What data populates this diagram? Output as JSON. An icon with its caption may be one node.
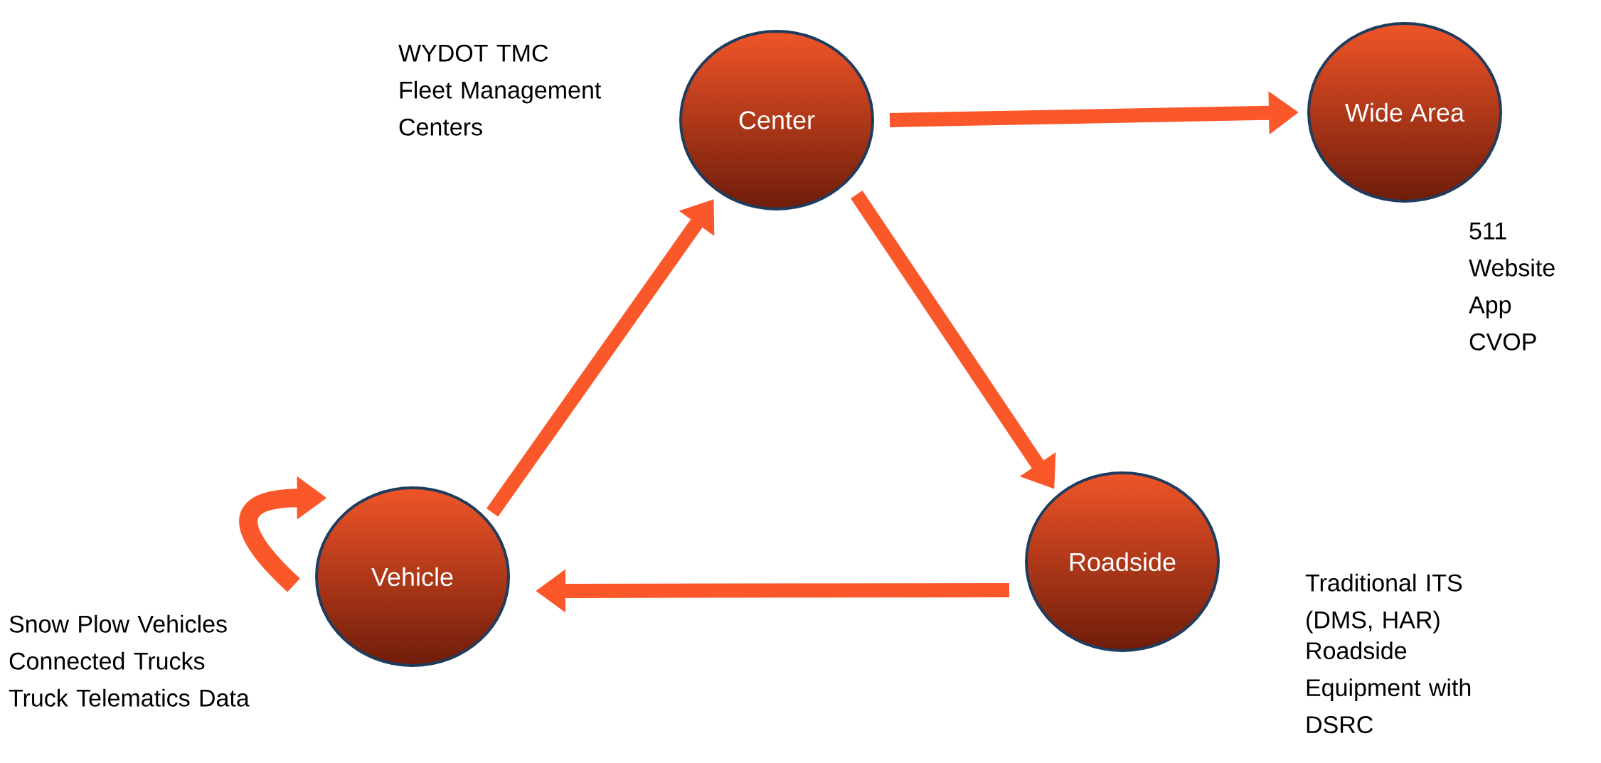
{
  "diagram": {
    "nodes": [
      {
        "text": [
          "Center"
        ],
        "beside": [
          "WYDOT TMC",
          "Fleet Management Centers"
        ]
      },
      {
        "text": [
          "Wide Area"
        ],
        "beside": [
          "511",
          "Website",
          "App",
          "CVOP"
        ]
      },
      {
        "text": [
          "Roadside"
        ],
        "beside": [
          "Traditional ITS (DMS, HAR)",
          "Roadside Equipment with DSRC"
        ]
      },
      {
        "text": [
          "Vehicle"
        ],
        "beside": [
          "Snow Plow Vehicles",
          "Connected Trucks",
          "Truck Telematics Data"
        ]
      }
    ],
    "edges": [
      {
        "from": 0,
        "to": 1,
        "arrow": "to"
      },
      {
        "from": 0,
        "to": 2,
        "arrow": "to"
      },
      {
        "from": 2,
        "to": 3,
        "arrow": "to"
      },
      {
        "from": 3,
        "to": 0,
        "arrow": "to"
      },
      {
        "from": 3,
        "to": 3,
        "arrow": "to"
      }
    ]
  }
}
